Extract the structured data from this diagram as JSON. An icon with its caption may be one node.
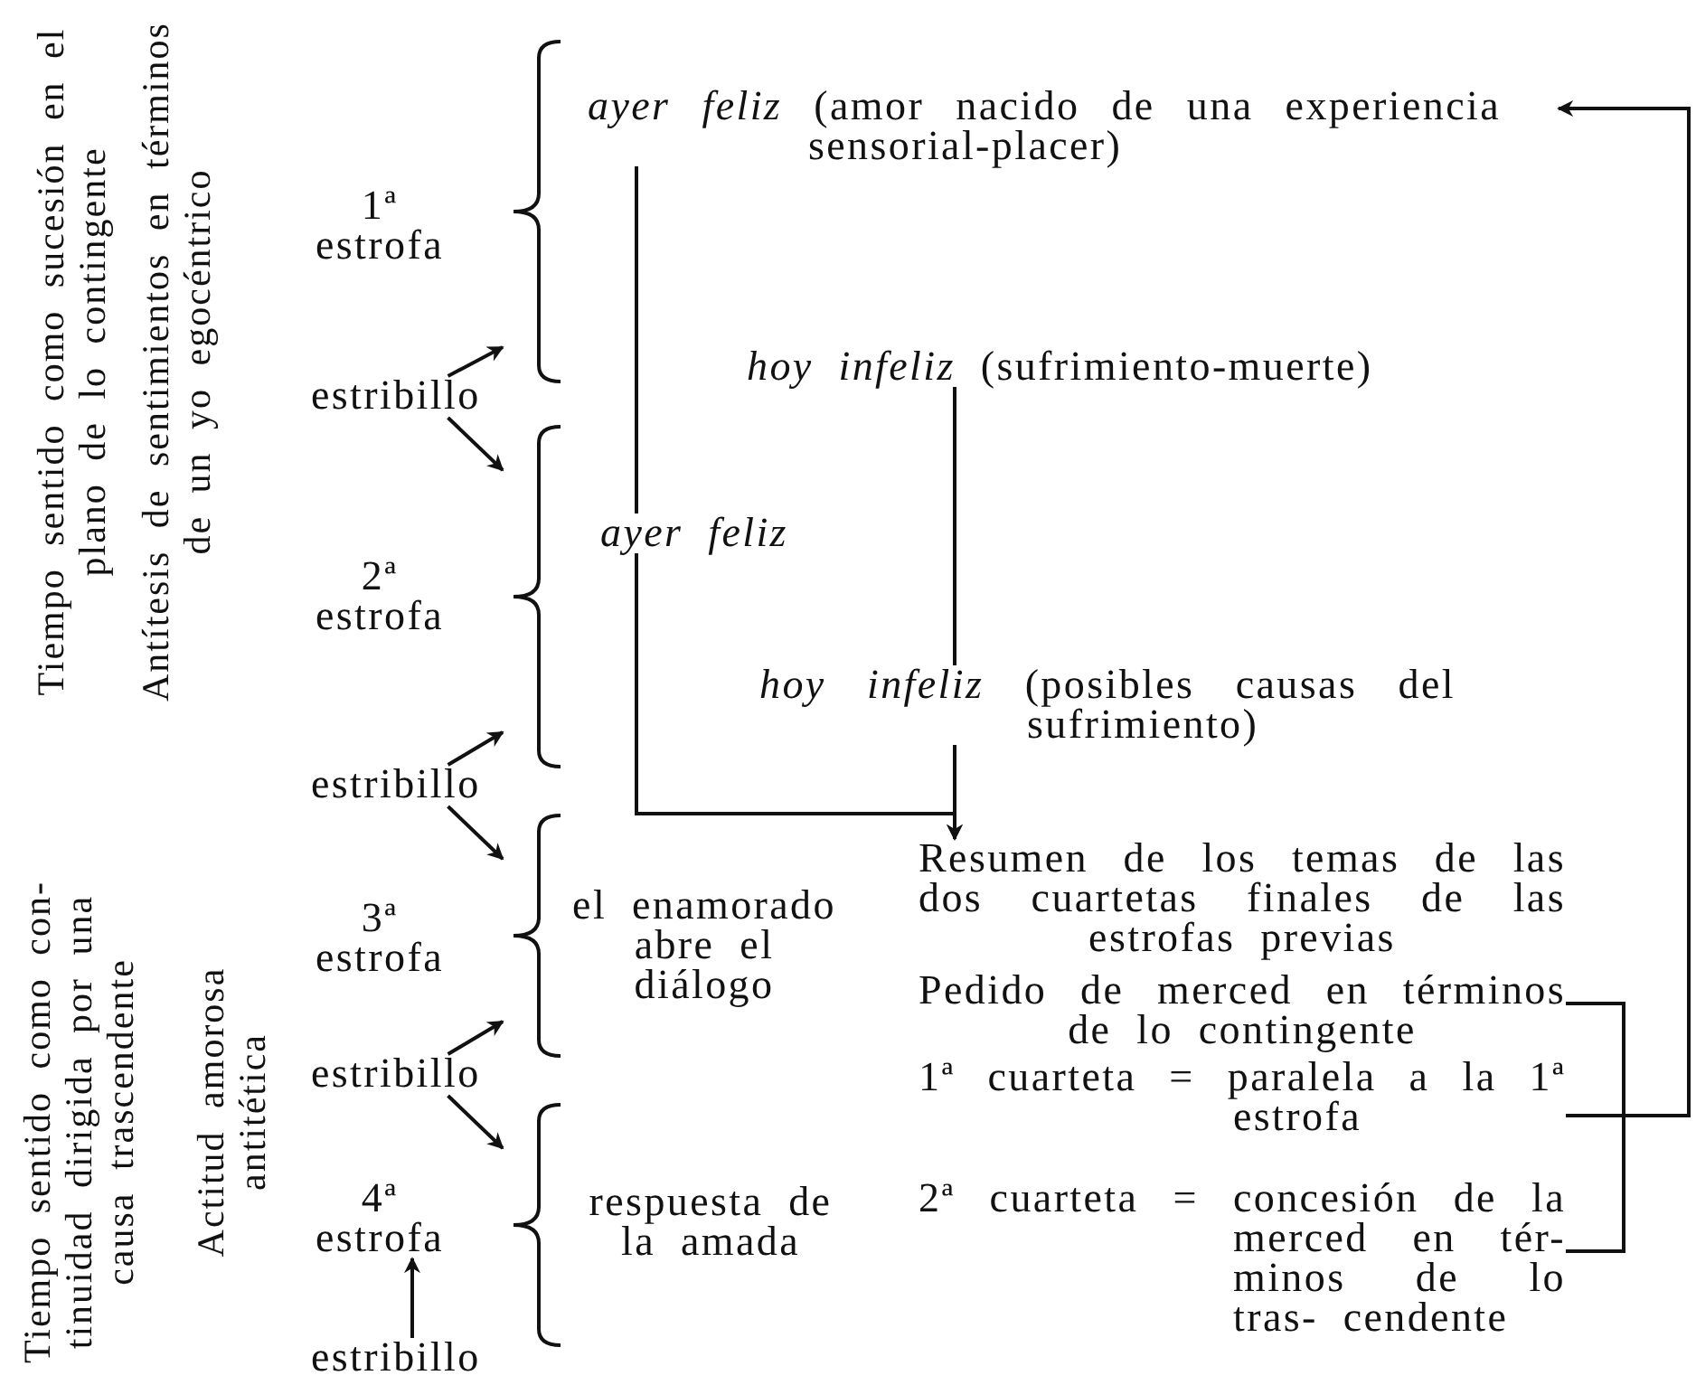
{
  "diagram": {
    "nodes": [
      {
        "text": [],
        "shape": "brace",
        "beside": [
          "1ª estrofa"
        ]
      },
      {
        "text": [
          "*ayer feliz* (amor nacido de una experiencia sensorial-placer)"
        ]
      },
      {
        "text": [
          "estribillo"
        ]
      },
      {
        "text": [
          "*hoy infeliz* (sufrimiento-muerte)"
        ]
      },
      {
        "text": [],
        "shape": "brace",
        "beside": [
          "2ª estrofa"
        ]
      },
      {
        "text": [
          "ayer feliz"
        ]
      },
      {
        "text": [
          "*hoy infeliz* (posibles causas del sufrimiento)"
        ]
      },
      {
        "text": [
          "estribillo"
        ]
      },
      {
        "text": [],
        "shape": "brace",
        "beside": [
          "3ª estrofa"
        ]
      },
      {
        "text": [
          "el enamorado abre el diálogo"
        ]
      },
      {
        "text": [
          "Resumen de los temas de las dos cuartetas finales de las estrofas previas"
        ]
      },
      {
        "text": [
          "Pedido de merced en términos de lo contingente"
        ]
      },
      {
        "text": [
          "1ª cuarteta = paralela a la 1ª estrofa"
        ]
      },
      {
        "text": [
          "estribillo"
        ]
      },
      {
        "text": [],
        "shape": "brace"
      },
      {
        "text": [
          "4ª estrofa"
        ]
      },
      {
        "text": [
          "respuesta de la amada"
        ]
      },
      {
        "text": [
          "2ª cuarteta = concesión de la merced en tér- minos de lo tras- cendente"
        ]
      },
      {
        "text": [
          "estribillo"
        ]
      }
    ],
    "edges": [
      {
        "from": 2,
        "to": 0,
        "arrow": "to"
      },
      {
        "from": 2,
        "to": 4,
        "arrow": "to"
      },
      {
        "from": 7,
        "to": 4,
        "arrow": "to"
      },
      {
        "from": 7,
        "to": 8,
        "arrow": "to"
      },
      {
        "from": 13,
        "to": 8,
        "arrow": "to"
      },
      {
        "from": 13,
        "to": 14,
        "arrow": "to"
      },
      {
        "from": 18,
        "to": 15,
        "arrow": "to"
      },
      {
        "from": 1,
        "to": 5,
        "arrow": "none"
      },
      {
        "from": 5,
        "to": 10,
        "arrow": "to"
      },
      {
        "from": 3,
        "to": 6,
        "arrow": "none"
      },
      {
        "from": 6,
        "to": 10,
        "arrow": "to"
      },
      {
        "from": 12,
        "to": 1,
        "arrow": "to"
      },
      {
        "from": 11,
        "to": 17,
        "arrow": "none"
      }
    ],
    "labels": [
      "Tiempo sentido como sucesión en el plano de lo contingente",
      "Antítesis de sentimientos en términos de un yo egocéntrico",
      "Tiempo sentido como con- tinuidad dirigida por una causa trascendente",
      "Actitud amorosa antitética"
    ]
  }
}
